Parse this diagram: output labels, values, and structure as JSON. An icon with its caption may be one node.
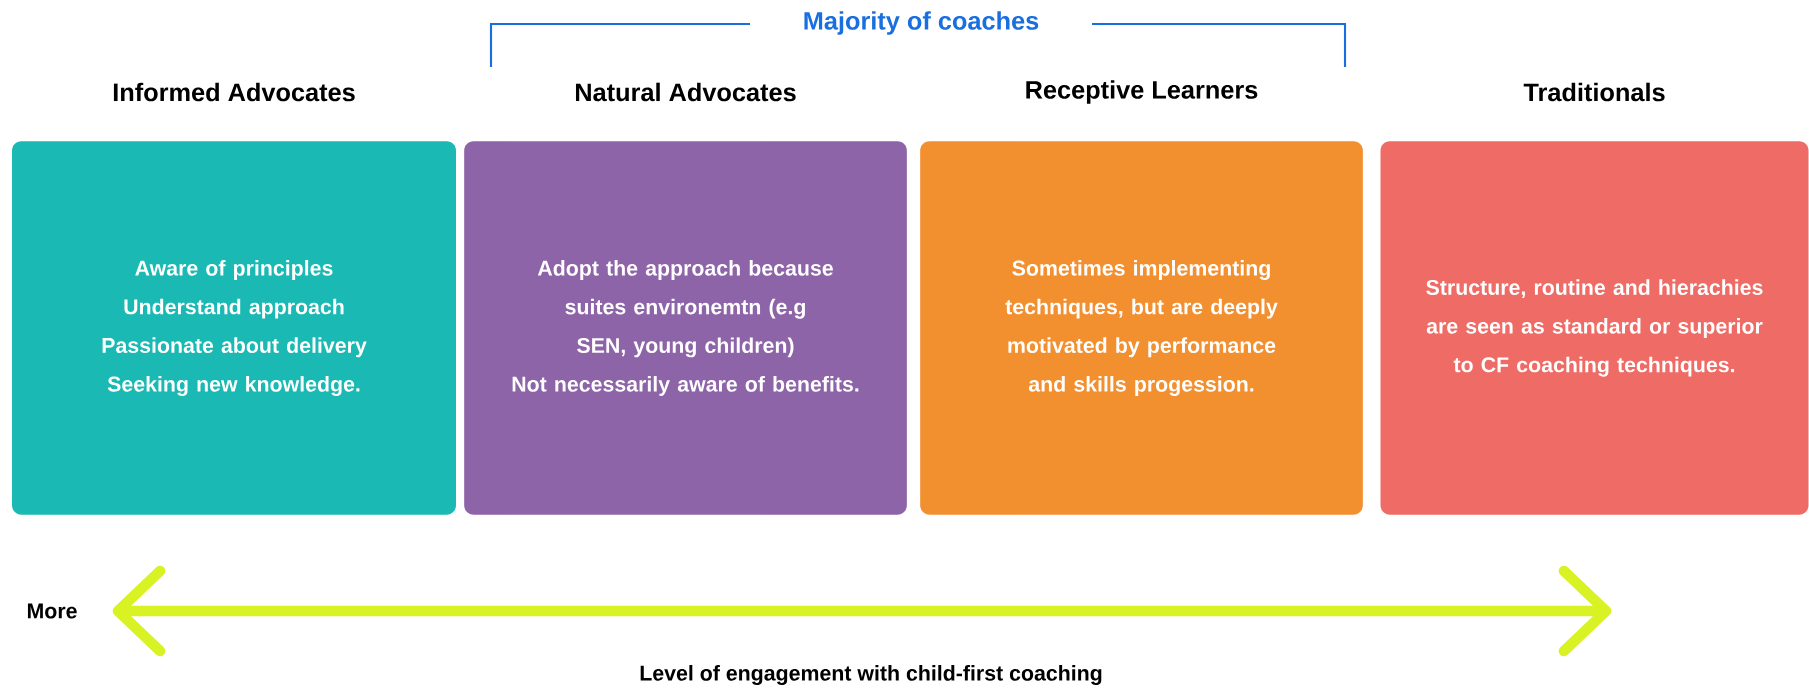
{
  "diagram": {
    "nodes": [
      {
        "text": [
          "Informed Advocates",
          "Aware of principles",
          "Understand approach",
          "Passionate about delivery",
          "Seeking new knowledge."
        ]
      },
      {
        "text": [
          "Natural Advocates",
          "Adopt the approach because suites environemtn (e.g SEN, young children)",
          "Not necessarily aware of benefits."
        ]
      },
      {
        "text": [
          "Receptive Learners",
          "Sometimes implementing techniques, but are deeply motivated by performance and skills progession."
        ]
      },
      {
        "text": [
          "Traditionals",
          "Structure, routine and hierachies are seen as standard or superior to CF coaching techniques."
        ]
      }
    ],
    "labels": [
      "Majority of coaches",
      "More",
      "Level of engagement with child-first coaching"
    ]
  }
}
